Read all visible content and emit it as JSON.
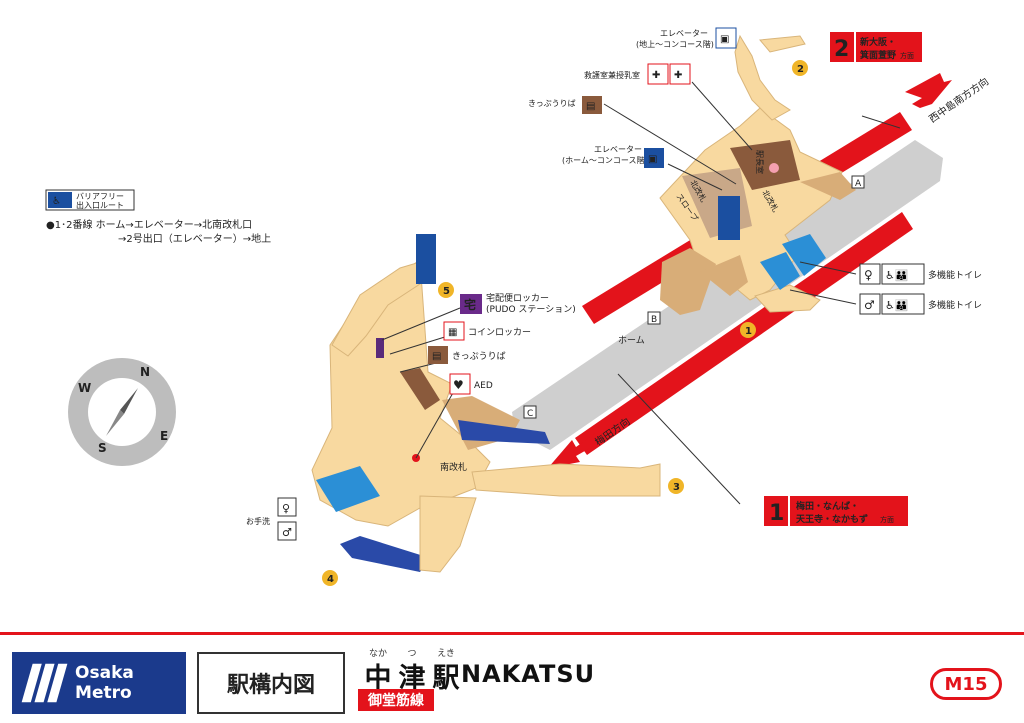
{
  "barrier_free": {
    "title_line1": "バリアフリー",
    "title_line2": "出入口ルート",
    "route_line1": "●1･2番線 ホーム→エレベーター→北南改札口",
    "route_line2": "→2号出口（エレベーター）→地上"
  },
  "labels": {
    "elevator_top_line1": "エレベーター",
    "elevator_top_line2": "(地上～コンコース階)",
    "first_aid": "救護室兼授乳室",
    "ticket_north": "きっぷうりば",
    "elevator_mid_line1": "エレベーター",
    "elevator_mid_line2": "(ホーム～コンコース階)",
    "takuhai_line1": "宅配便ロッカー",
    "takuhai_line2": "(PUDO ステーション)",
    "coin_locker": "コインロッカー",
    "ticket_south": "きっぷうりば",
    "aed": "AED",
    "south_gate": "南改札",
    "north_gate_a": "北改札",
    "north_gate_b": "北改札",
    "station_office": "駅長室",
    "slope": "スロープ",
    "home": "ホーム",
    "handwash": "お手洗",
    "toilet_1": "多機能トイレ",
    "toilet_2": "多機能トイレ",
    "platform_a": "A",
    "platform_b": "B",
    "platform_c": "C",
    "dir_up": "西中島南方方向",
    "dir_down": "梅田方向",
    "exit_1": "1",
    "exit_2": "2",
    "exit_3": "3",
    "exit_4": "4",
    "exit_5": "5"
  },
  "destinations": {
    "d2_num": "2",
    "d2_line1": "新大阪・",
    "d2_line2a": "箕面萱野",
    "d2_line2b": "方面",
    "d1_num": "1",
    "d1_line1": "梅田・なんば・",
    "d1_line2a": "天王寺・なかもず",
    "d1_line2b": "方面"
  },
  "compass": {
    "n": "N",
    "e": "E",
    "s": "S",
    "w": "W"
  },
  "icons": {
    "takuhai": "宅"
  },
  "footer": {
    "brand": "Osaka Metro",
    "map_title": "駅構内図",
    "ruby_1": "なか",
    "ruby_2": "つ",
    "ruby_3": "えき",
    "kanji_1": "中",
    "kanji_2": "津",
    "kanji_3": "駅",
    "name_en": "NAKATSU",
    "line_name": "御堂筋線",
    "station_code": "M15"
  },
  "colors": {
    "concourse": "#f8d9a0",
    "concourse_edge": "#d9b57a",
    "stairs": "#e8c28a",
    "platform": "#cfcfcf",
    "track": "#e3131b",
    "elevator": "#1b4fa0",
    "escalator": "#2a4aa8",
    "toilet_blue": "#2b8fd6",
    "office": "#8a5a3c",
    "exit_badge": "#f0b528",
    "brand_navy": "#1b3a8c"
  }
}
